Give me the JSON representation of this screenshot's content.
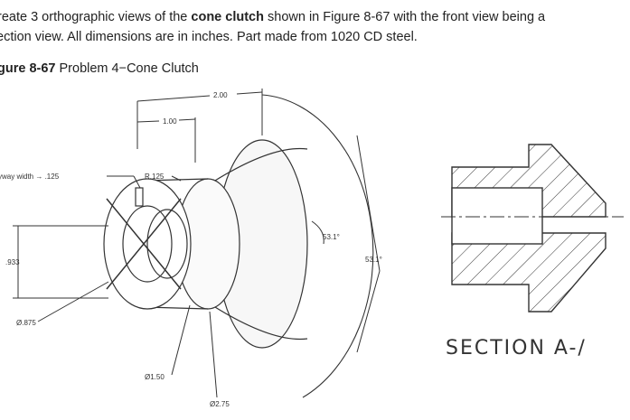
{
  "problem": {
    "line1_pre": "reate 3 orthographic views of the ",
    "line1_bold": "cone clutch",
    "line1_post": " shown in Figure 8-67 with the front view being a",
    "line2": "ection view. All dimensions are in inches. Part made from 1020 CD steel."
  },
  "figure": {
    "label": "gure 8-67",
    "caption": " Problem 4−Cone Clutch"
  },
  "dimensions": {
    "overall_length": "2.00",
    "hub_length": "1.00",
    "keyway": "yway width → .125",
    "radius": "R.125",
    "height": ".933",
    "bore": "Ø.875",
    "hub_dia": "Ø1.50",
    "cone_dia": "Ø2.75",
    "angle1": "53.1°",
    "angle2": "53.1°"
  },
  "section_label": "SECTION  A-/"
}
